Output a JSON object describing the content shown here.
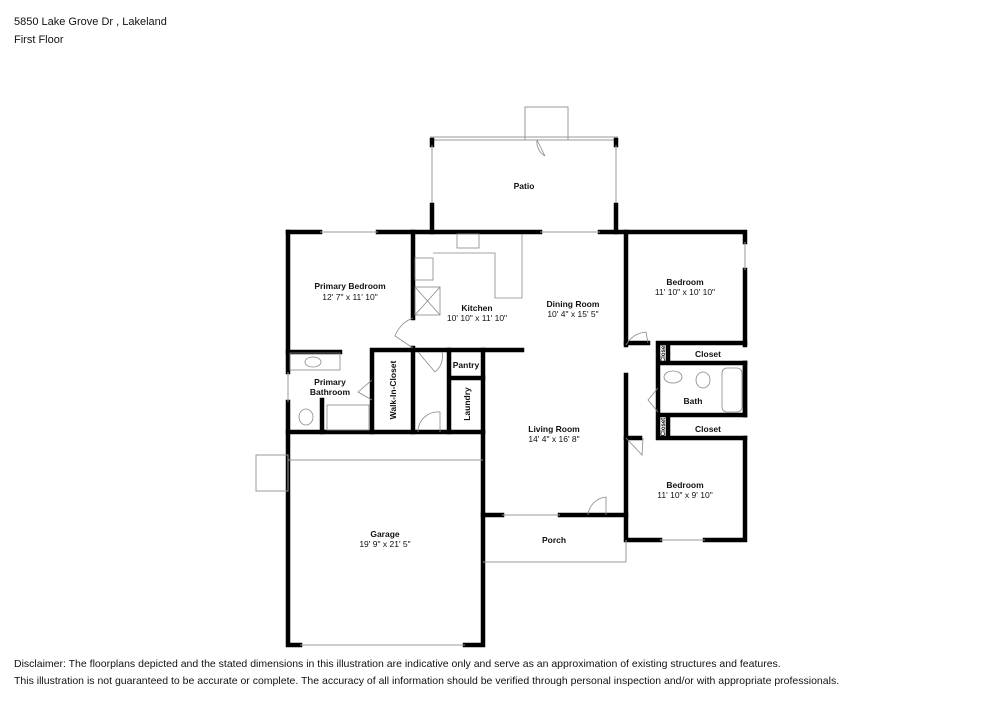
{
  "header": {
    "address": "5850 Lake Grove Dr , Lakeland",
    "floor": "First Floor"
  },
  "rooms": {
    "patio": {
      "name": "Patio"
    },
    "primary_bedroom": {
      "name": "Primary Bedroom",
      "dims": "12' 7\" x 11' 10\""
    },
    "kitchen": {
      "name": "Kitchen",
      "dims": "10' 10\" x 11' 10\""
    },
    "dining_room": {
      "name": "Dining Room",
      "dims": "10' 4\" x 15' 5\""
    },
    "bedroom_1": {
      "name": "Bedroom",
      "dims": "11' 10\" x 10' 10\""
    },
    "closet_1": {
      "name": "Closet"
    },
    "closet_small_1": {
      "name": "Closet"
    },
    "bath": {
      "name": "Bath"
    },
    "closet_2": {
      "name": "Closet"
    },
    "closet_small_2": {
      "name": "Closet"
    },
    "bedroom_2": {
      "name": "Bedroom",
      "dims": "11' 10\" x 9' 10\""
    },
    "pantry": {
      "name": "Pantry"
    },
    "primary_bathroom": {
      "name_line1": "Primary",
      "name_line2": "Bathroom"
    },
    "walk_in_closet": {
      "name": "Walk-In-Closet"
    },
    "laundry": {
      "name": "Laundry"
    },
    "living_room": {
      "name": "Living Room",
      "dims": "14' 4\" x 16' 8\""
    },
    "garage": {
      "name": "Garage",
      "dims": "19' 9\" x 21' 5\""
    },
    "porch": {
      "name": "Porch"
    }
  },
  "disclaimer": {
    "line1": "Disclaimer: The floorplans depicted and the stated dimensions in this illustration are indicative only and serve as an approximation of existing structures and features.",
    "line2": "This illustration is not guaranteed to be accurate or complete. The accuracy of all information should be verified through personal inspection and/or with appropriate professionals."
  }
}
